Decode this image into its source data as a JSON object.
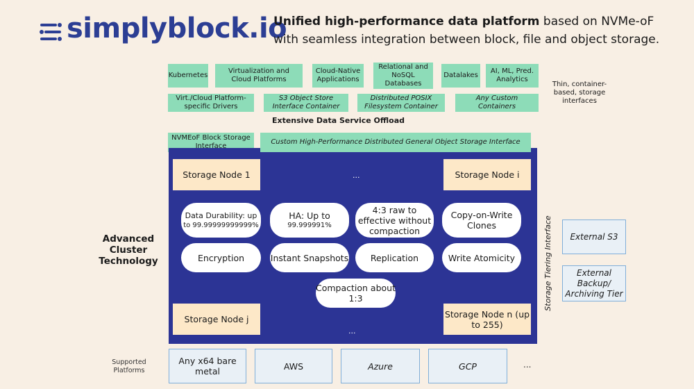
{
  "header": {
    "logo_text": "simplyblock.io",
    "tagline_bold": "Unified high-performance data platform",
    "tagline_rest": " based on NVMe-oF with seamless integration between block, file and object storage."
  },
  "top_row": [
    "Kubernetes",
    "Virtualization and Cloud Platforms",
    "Cloud-Native Applications",
    "Relational and NoSQL Databases",
    "Datalakes",
    "AI, ML, Pred. Analytics"
  ],
  "second_row": [
    "Virt./Cloud Platform-specific Drivers",
    "S3 Object Store Interface Container",
    "Distributed POSIX Filesystem Container",
    "Any Custom Containers"
  ],
  "side_note": "Thin, container-based, storage interfaces",
  "offload_label": "Extensive Data Service Offload",
  "interfaces": {
    "block": "NVMEoF Block Storage Interface",
    "object": "Custom High-Performance Distributed General Object Storage Interface"
  },
  "nodes": {
    "node1": "Storage Node 1",
    "nodei": "Storage Node i",
    "nodej": "Storage Node j",
    "noden": "Storage Node n (up to 255)",
    "dots_top": "...",
    "dots_bottom": "..."
  },
  "features": {
    "durability_line1": "Data Durability: up",
    "durability_line2": "to 99.99999999999%",
    "ha_line1": "HA: Up to",
    "ha_line2": "99.999991%",
    "raw": "4:3 raw to effective without compaction",
    "cow": "Copy-on-Write Clones",
    "encryption": "Encryption",
    "snapshots": "Instant Snapshots",
    "replication": "Replication",
    "atomicity": "Write Atomicity",
    "compaction": "Compaction about 1:3"
  },
  "advanced_label": "Advanced Cluster Technology",
  "tiering_label": "Storage Tiering Interface",
  "external": [
    "External S3",
    "External Backup/ Archiving Tier"
  ],
  "platforms_label": "Supported Platforms",
  "platforms": [
    "Any x64 bare metal",
    "AWS",
    "Azure",
    "GCP"
  ],
  "platforms_more": "...",
  "colors": {
    "brand": "#2c3e94",
    "cluster": "#2c3495",
    "green": "#8ddcb8",
    "node": "#fde8c8",
    "background": "#f8efe4"
  }
}
